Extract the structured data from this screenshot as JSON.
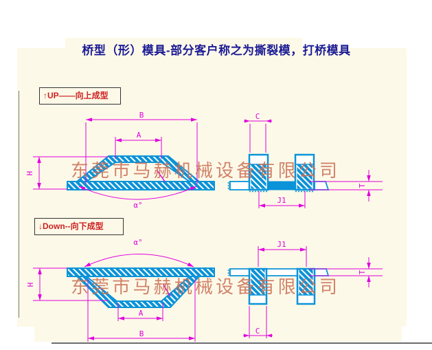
{
  "title": "桥型（形）模具-部分客户称之为撕裂模，打桥模具",
  "watermark": "东莞市马赫机械设备有限公司",
  "labels": {
    "up": "↑UP——向上成型",
    "down": "↓Down--向下成型"
  },
  "dims": {
    "B": "B",
    "A": "A",
    "H": "H",
    "alpha": "α°",
    "C": "C",
    "J1": "J1",
    "T": "T"
  },
  "colors": {
    "material": "#0a93d8",
    "dimension": "#e000dd",
    "title": "#1b1b94",
    "tag_text": "#cc2222",
    "watermark": "#c96f55",
    "background": "#fdf9e8"
  }
}
